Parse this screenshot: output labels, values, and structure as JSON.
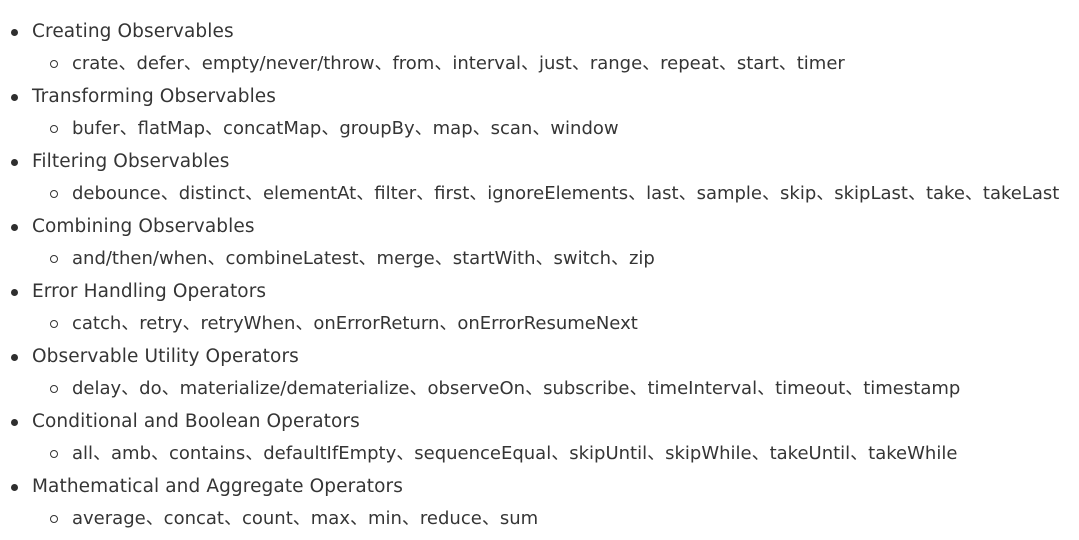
{
  "categories": [
    {
      "title": "Creating Observables",
      "operators": "crate、defer、empty/never/throw、from、interval、just、range、repeat、start、timer"
    },
    {
      "title": "Transforming Observables",
      "operators": "bufer、flatMap、concatMap、groupBy、map、scan、window"
    },
    {
      "title": "Filtering Observables",
      "operators": "debounce、distinct、elementAt、filter、first、ignoreElements、last、sample、skip、skipLast、take、takeLast"
    },
    {
      "title": "Combining Observables",
      "operators": "and/then/when、combineLatest、merge、startWith、switch、zip"
    },
    {
      "title": "Error Handling Operators",
      "operators": "catch、retry、retryWhen、onErrorReturn、onErrorResumeNext"
    },
    {
      "title": "Observable Utility Operators",
      "operators": "delay、do、materialize/dematerialize、observeOn、subscribe、timeInterval、timeout、timestamp"
    },
    {
      "title": "Conditional and Boolean Operators",
      "operators": "all、amb、contains、defaultIfEmpty、sequenceEqual、skipUntil、skipWhile、takeUntil、takeWhile"
    },
    {
      "title": "Mathematical and Aggregate Operators",
      "operators": "average、concat、count、max、min、reduce、sum"
    }
  ]
}
